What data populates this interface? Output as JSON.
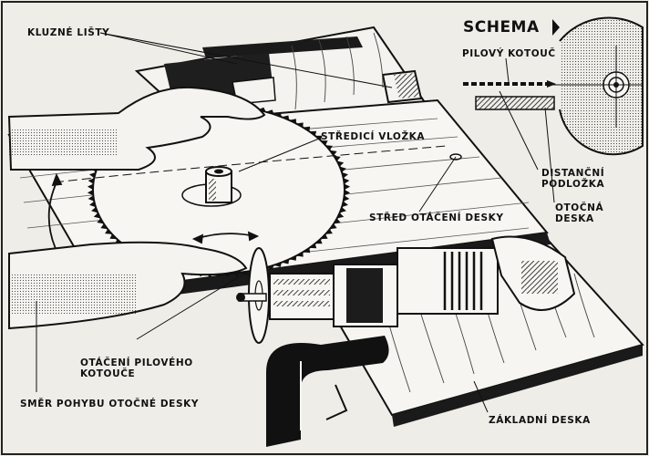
{
  "schema": {
    "title": "SCHEMA",
    "labels": {
      "saw_blade": "PILOVÝ KOTOUČ",
      "spacer_pad": "DISTANČNÍ\nPODLOŽKA",
      "rotary_board": "OTOČNÁ\nDESKA"
    }
  },
  "labels": {
    "sliding_strips": "KLUZNÉ LIŠTY",
    "centering_insert": "STŘEDICÍ VLOŽKA",
    "rotation_center": "STŘED OTÁČENÍ DESKY",
    "blade_rotation": "OTÁČENÍ PILOVÉHO\nKOTOUČE",
    "board_motion": "SMĚR POHYBU OTOČNÉ DESKY",
    "base_board": "ZÁKLADNÍ DESKA"
  }
}
